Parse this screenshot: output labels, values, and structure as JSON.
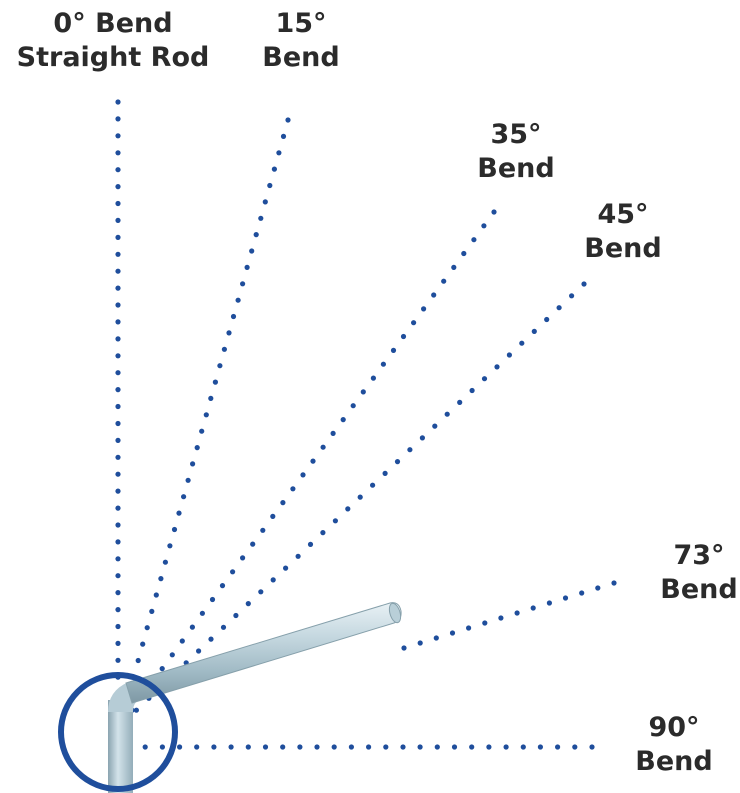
{
  "labels": {
    "bend_0": {
      "line1": "0° Bend",
      "line2": "Straight Rod"
    },
    "bend_15": {
      "line1": "15°",
      "line2": "Bend"
    },
    "bend_35": {
      "line1": "35°",
      "line2": "Bend"
    },
    "bend_45": {
      "line1": "45°",
      "line2": "Bend"
    },
    "bend_73": {
      "line1": "73°",
      "line2": "Bend"
    },
    "bend_90": {
      "line1": "90°",
      "line2": "Bend"
    }
  },
  "bend_angles_deg": [
    0,
    15,
    35,
    45,
    73,
    90
  ],
  "colors": {
    "dotted_line": "#1f4e9c",
    "highlight_circle": "#1f4e9c",
    "rod": "#a9c3cf",
    "label_text": "#2b2b2b"
  }
}
